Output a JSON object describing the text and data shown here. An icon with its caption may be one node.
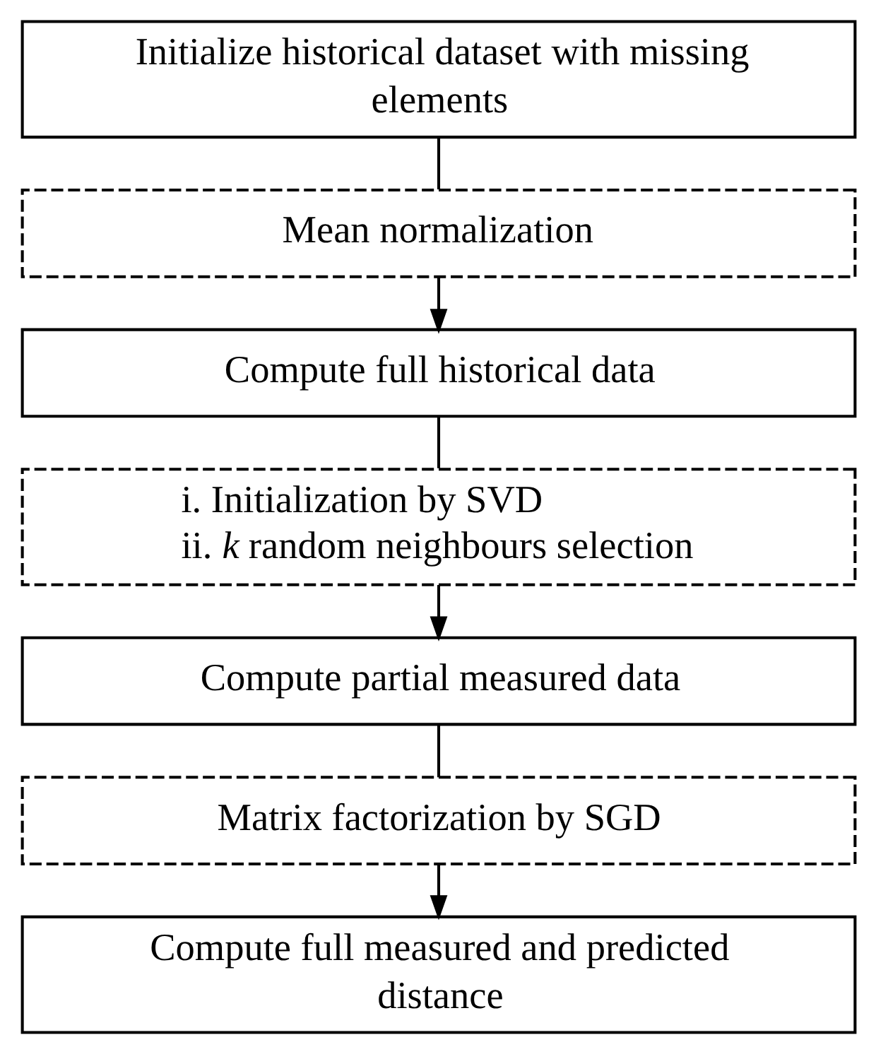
{
  "diagram": {
    "nodes": [
      {
        "text": [
          "Initialize historical dataset with missing elements"
        ]
      },
      {
        "text": [
          "Mean normalization"
        ]
      },
      {
        "text": [
          "Compute full historical data"
        ]
      },
      {
        "text": [
          "i. Initialization by SVD",
          "ii. *k* random neighbours selection"
        ]
      },
      {
        "text": [
          "Compute partial measured data"
        ]
      },
      {
        "text": [
          "Matrix factorization by SGD"
        ]
      },
      {
        "text": [
          "Compute full measured and predicted distance"
        ]
      }
    ],
    "edges": [
      {
        "from": 0,
        "to": 1,
        "arrow": "none"
      },
      {
        "from": 1,
        "to": 2,
        "arrow": "to"
      },
      {
        "from": 2,
        "to": 3,
        "arrow": "none"
      },
      {
        "from": 3,
        "to": 4,
        "arrow": "to"
      },
      {
        "from": 4,
        "to": 5,
        "arrow": "none"
      },
      {
        "from": 5,
        "to": 6,
        "arrow": "to"
      }
    ]
  }
}
